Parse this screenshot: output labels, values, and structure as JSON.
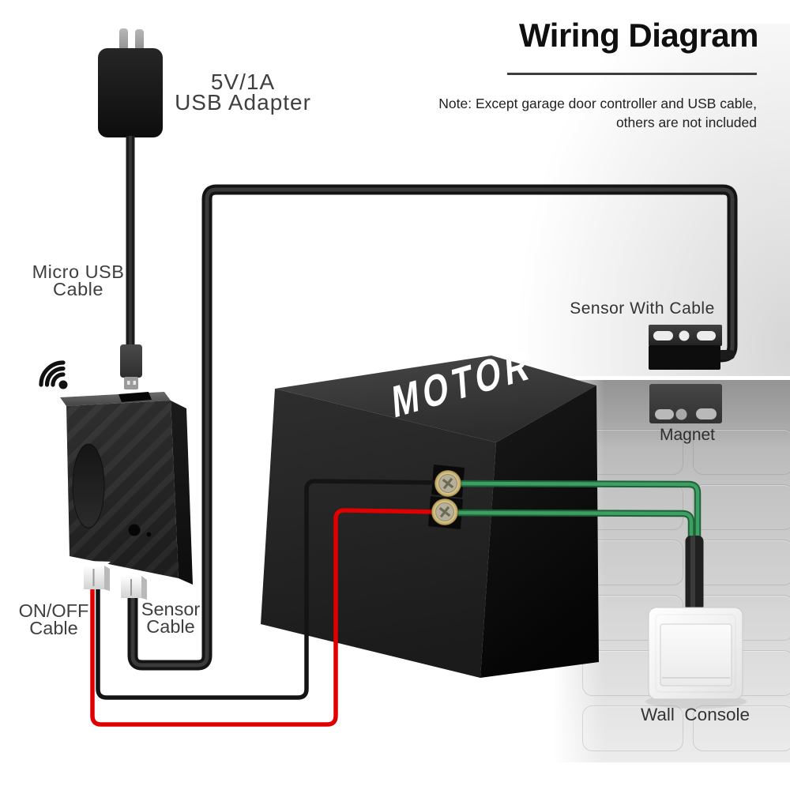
{
  "title": "Wiring Diagram",
  "note": {
    "line1": "Note:  Except garage door controller and USB cable,",
    "line2": "others are not included"
  },
  "labels": {
    "usb_adapter_line1": "5V/1A",
    "usb_adapter_line2": "USB Adapter",
    "micro_usb_line1": "Micro USB",
    "micro_usb_line2": "Cable",
    "onoff_line1": "ON/OFF",
    "onoff_line2": "Cable",
    "sensor_cable_line1": "Sensor",
    "sensor_cable_line2": "Cable",
    "sensor_with_cable": "Sensor With Cable",
    "magnet": "Magnet",
    "wall_console": "Wall  Console",
    "motor": "MOTOR"
  },
  "icons": {
    "wifi": "wifi-icon"
  },
  "colors": {
    "wire_red": "#e00000",
    "wire_green": "#3f9e63",
    "wire_green_edge": "#1e6238",
    "wire_black": "#141414",
    "cable_black": "#141414",
    "screw_ring": "#f3e7b8",
    "title_text": "#0f0f0f",
    "label_text": "#3f3f3f"
  }
}
